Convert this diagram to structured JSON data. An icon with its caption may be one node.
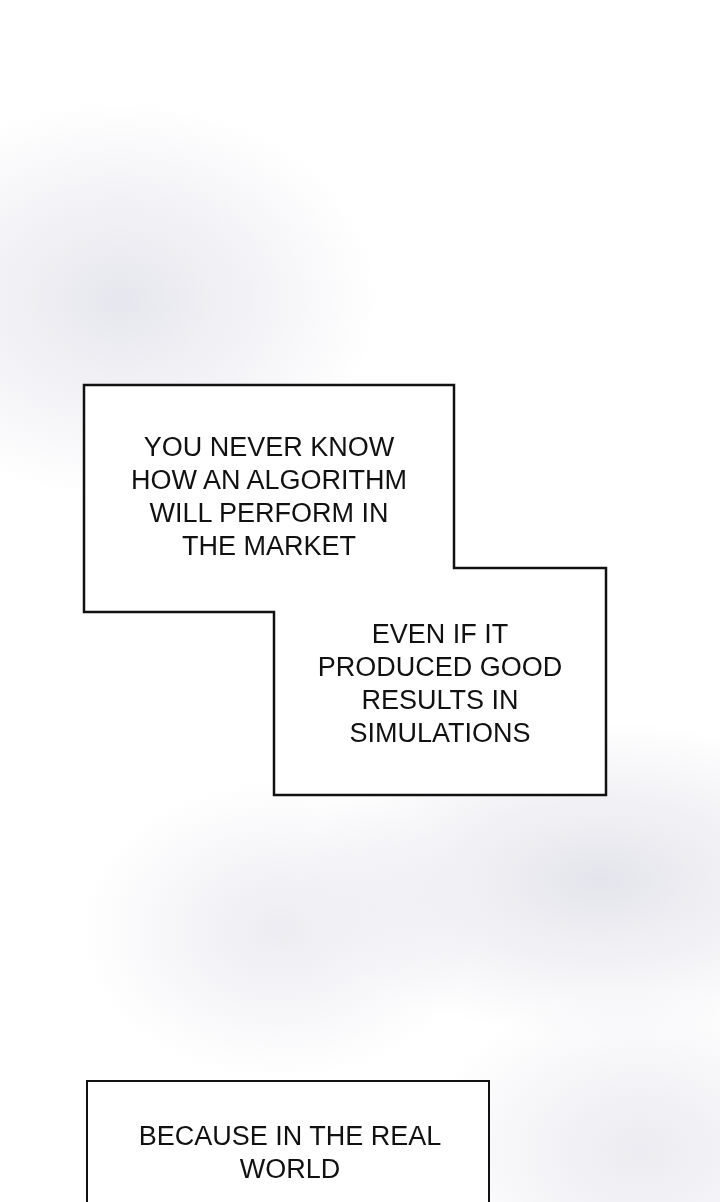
{
  "diagram": {
    "nodes": [
      {
        "text": [
          "YOU NEVER KNOW HOW AN ALGORITHM WILL PERFORM IN THE MARKET"
        ]
      },
      {
        "text": [
          "EVEN IF IT PRODUCED GOOD RESULTS IN SIMULATIONS"
        ]
      },
      {
        "text": [
          "BECAUSE IN THE REAL WORLD"
        ]
      }
    ]
  }
}
